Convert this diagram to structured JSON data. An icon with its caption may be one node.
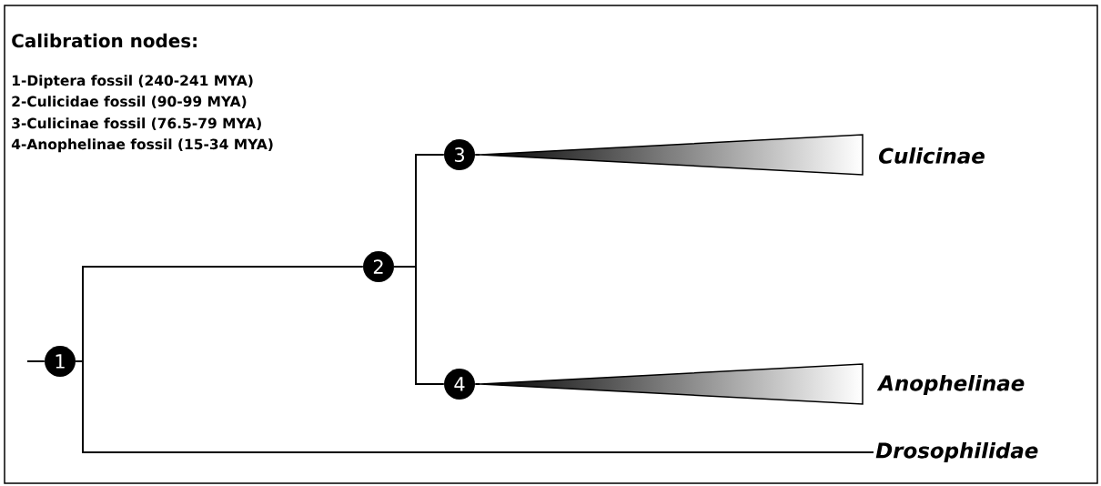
{
  "diagram": {
    "title": "Calibration nodes:",
    "nodes": [
      {
        "text": [
          "1"
        ]
      },
      {
        "text": [
          "2"
        ]
      },
      {
        "text": [
          "3"
        ]
      },
      {
        "text": [
          "4"
        ]
      },
      {
        "text": [],
        "shape": "triangle",
        "beside": [
          "Culicinae"
        ]
      },
      {
        "text": [],
        "shape": "triangle",
        "beside": [
          "Anophelinae"
        ]
      },
      {
        "text": [
          "Drosophilidae"
        ]
      }
    ],
    "edges": [
      {
        "from": null,
        "to": 0,
        "arrow": "none"
      },
      {
        "from": 0,
        "to": 1,
        "arrow": "none"
      },
      {
        "from": 0,
        "to": 6,
        "arrow": "none"
      },
      {
        "from": 1,
        "to": 2,
        "arrow": "none"
      },
      {
        "from": 1,
        "to": 3,
        "arrow": "none"
      },
      {
        "from": 2,
        "to": 4,
        "arrow": "none"
      },
      {
        "from": 3,
        "to": 5,
        "arrow": "none"
      }
    ],
    "labels": [
      "1-Diptera fossil (240-241 MYA)",
      "2-Culicidae fossil (90-99 MYA)",
      "3-Culicinae fossil (76.5-79 MYA)",
      "4-Anophelinae fossil (15-34 MYA)"
    ]
  }
}
